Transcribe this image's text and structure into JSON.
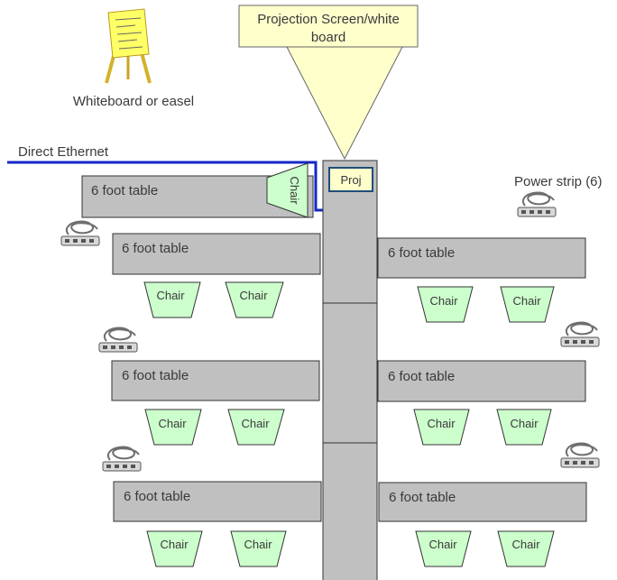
{
  "screen": {
    "label_line1": "Projection Screen/white",
    "label_line2": "board"
  },
  "easel": {
    "label": "Whiteboard or easel"
  },
  "ethernet": {
    "label": "Direct Ethernet",
    "color": "#1428c8"
  },
  "projector": {
    "label": "Proj"
  },
  "power_strip": {
    "label": "Power strip (6)"
  },
  "table_label": "6 foot table",
  "chair_label": "Chair",
  "colors": {
    "table_fill": "#c0c0c0",
    "chair_fill": "#ccffcc",
    "screen_fill": "#ffffcc",
    "easel_paper": "#ffff66",
    "easel_legs": "#d4b22a"
  }
}
